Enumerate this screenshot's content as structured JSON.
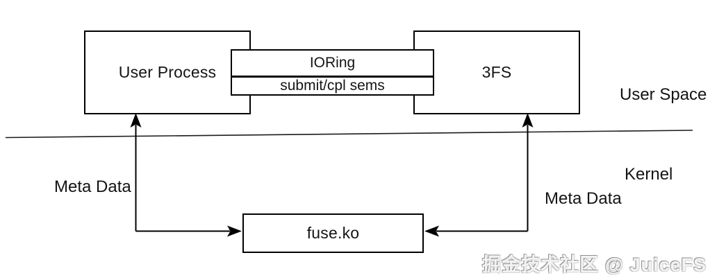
{
  "diagram": {
    "boxes": {
      "user_process": "User Process",
      "three_fs": "3FS",
      "ioring_title": "IORing",
      "ioring_sub": "submit/cpl sems",
      "fuse": "fuse.ko"
    },
    "labels": {
      "user_space": "User Space",
      "kernel": "Kernel",
      "meta_data_left": "Meta Data",
      "meta_data_right": "Meta Data"
    },
    "arrows": [
      {
        "name": "fuse-to-user-process",
        "from": "fuse.ko",
        "to": "User Process",
        "label": "Meta Data"
      },
      {
        "name": "3fs-to-fuse",
        "from": "3FS",
        "to": "fuse.ko",
        "label": "Meta Data"
      }
    ],
    "boundary": {
      "above": "User Space",
      "below": "Kernel"
    },
    "watermark": "掘金技术社区 @ JuiceFS",
    "colors": {
      "line": "#000000",
      "box_border": "#000000",
      "background": "#ffffff",
      "watermark_gray": "#8d8d8d"
    }
  }
}
